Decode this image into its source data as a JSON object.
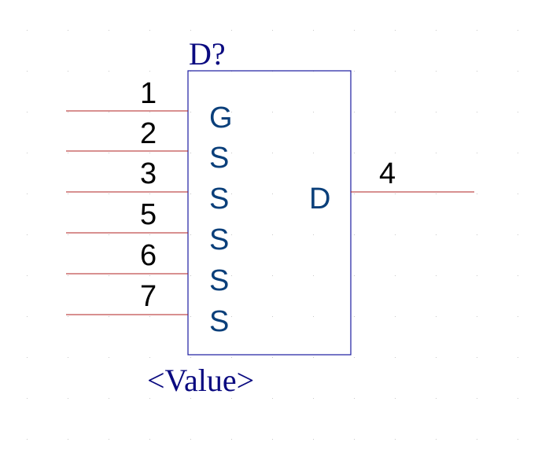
{
  "component": {
    "designator": "D?",
    "value": "<Value>",
    "pins_left": [
      {
        "number": "1",
        "name": "G"
      },
      {
        "number": "2",
        "name": "S"
      },
      {
        "number": "3",
        "name": "S"
      },
      {
        "number": "5",
        "name": "S"
      },
      {
        "number": "6",
        "name": "S"
      },
      {
        "number": "7",
        "name": "S"
      }
    ],
    "pin_right": {
      "number": "4",
      "name": "D"
    }
  },
  "colors": {
    "background": "#ffffff",
    "body_outline": "#1a1aa0",
    "pin_wire": "#b22020",
    "pin_number": "#000000",
    "pin_name": "#0a3f7a",
    "designator_text": "#0a0a80",
    "grid_dot": "#c8c8c8"
  }
}
